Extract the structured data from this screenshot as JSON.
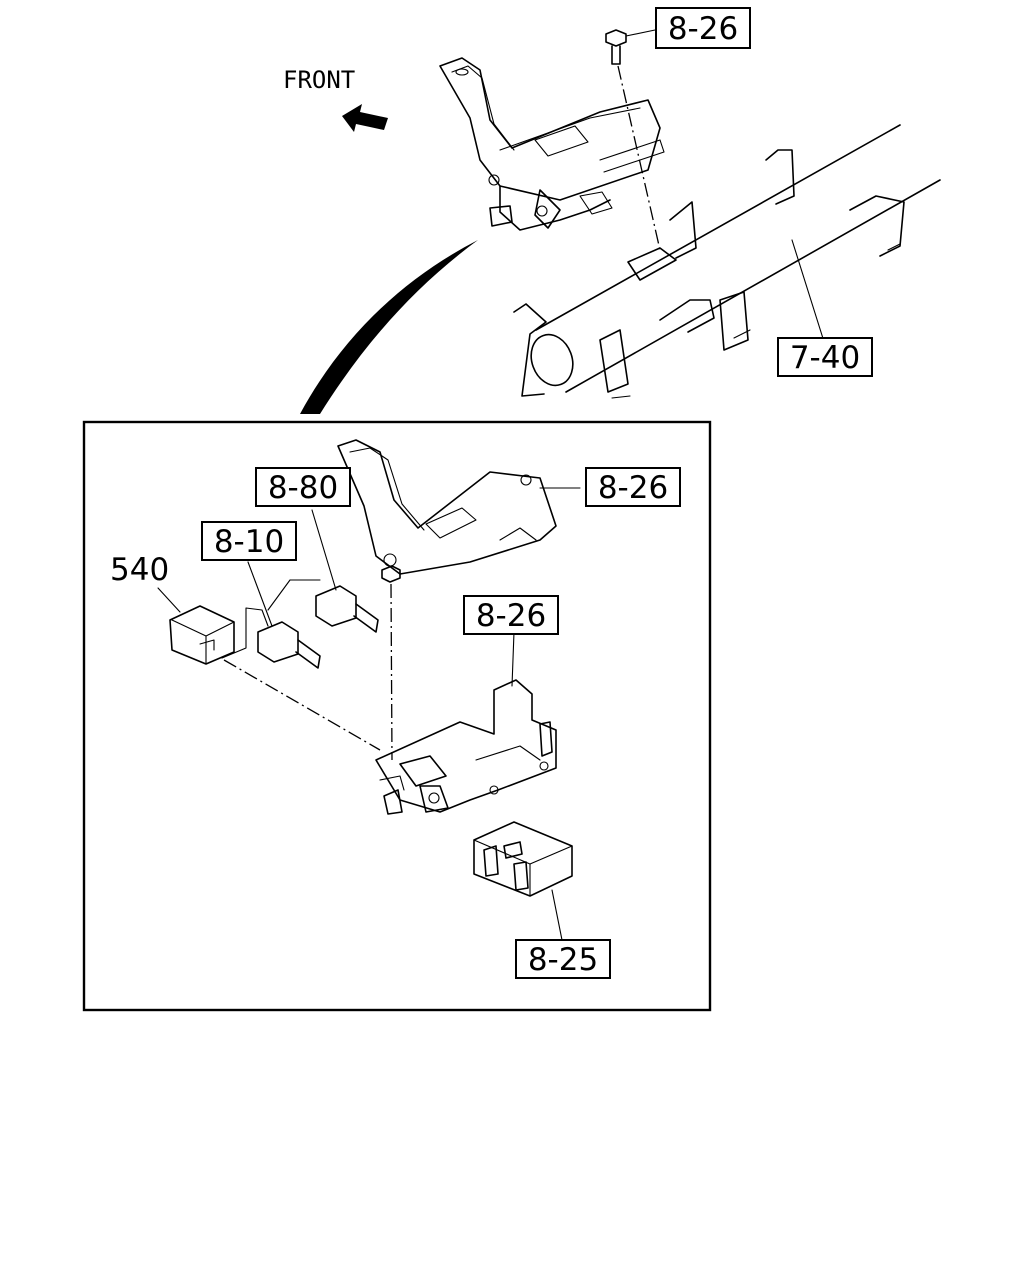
{
  "direction_label": "FRONT",
  "callouts": {
    "top_bolt": "8-26",
    "crossmember": "7-40",
    "bracket_upper": "8-26",
    "connector_a": "8-80",
    "connector_b": "8-10",
    "relay_part": "540",
    "bracket_lower": "8-26",
    "cover": "8-25"
  }
}
